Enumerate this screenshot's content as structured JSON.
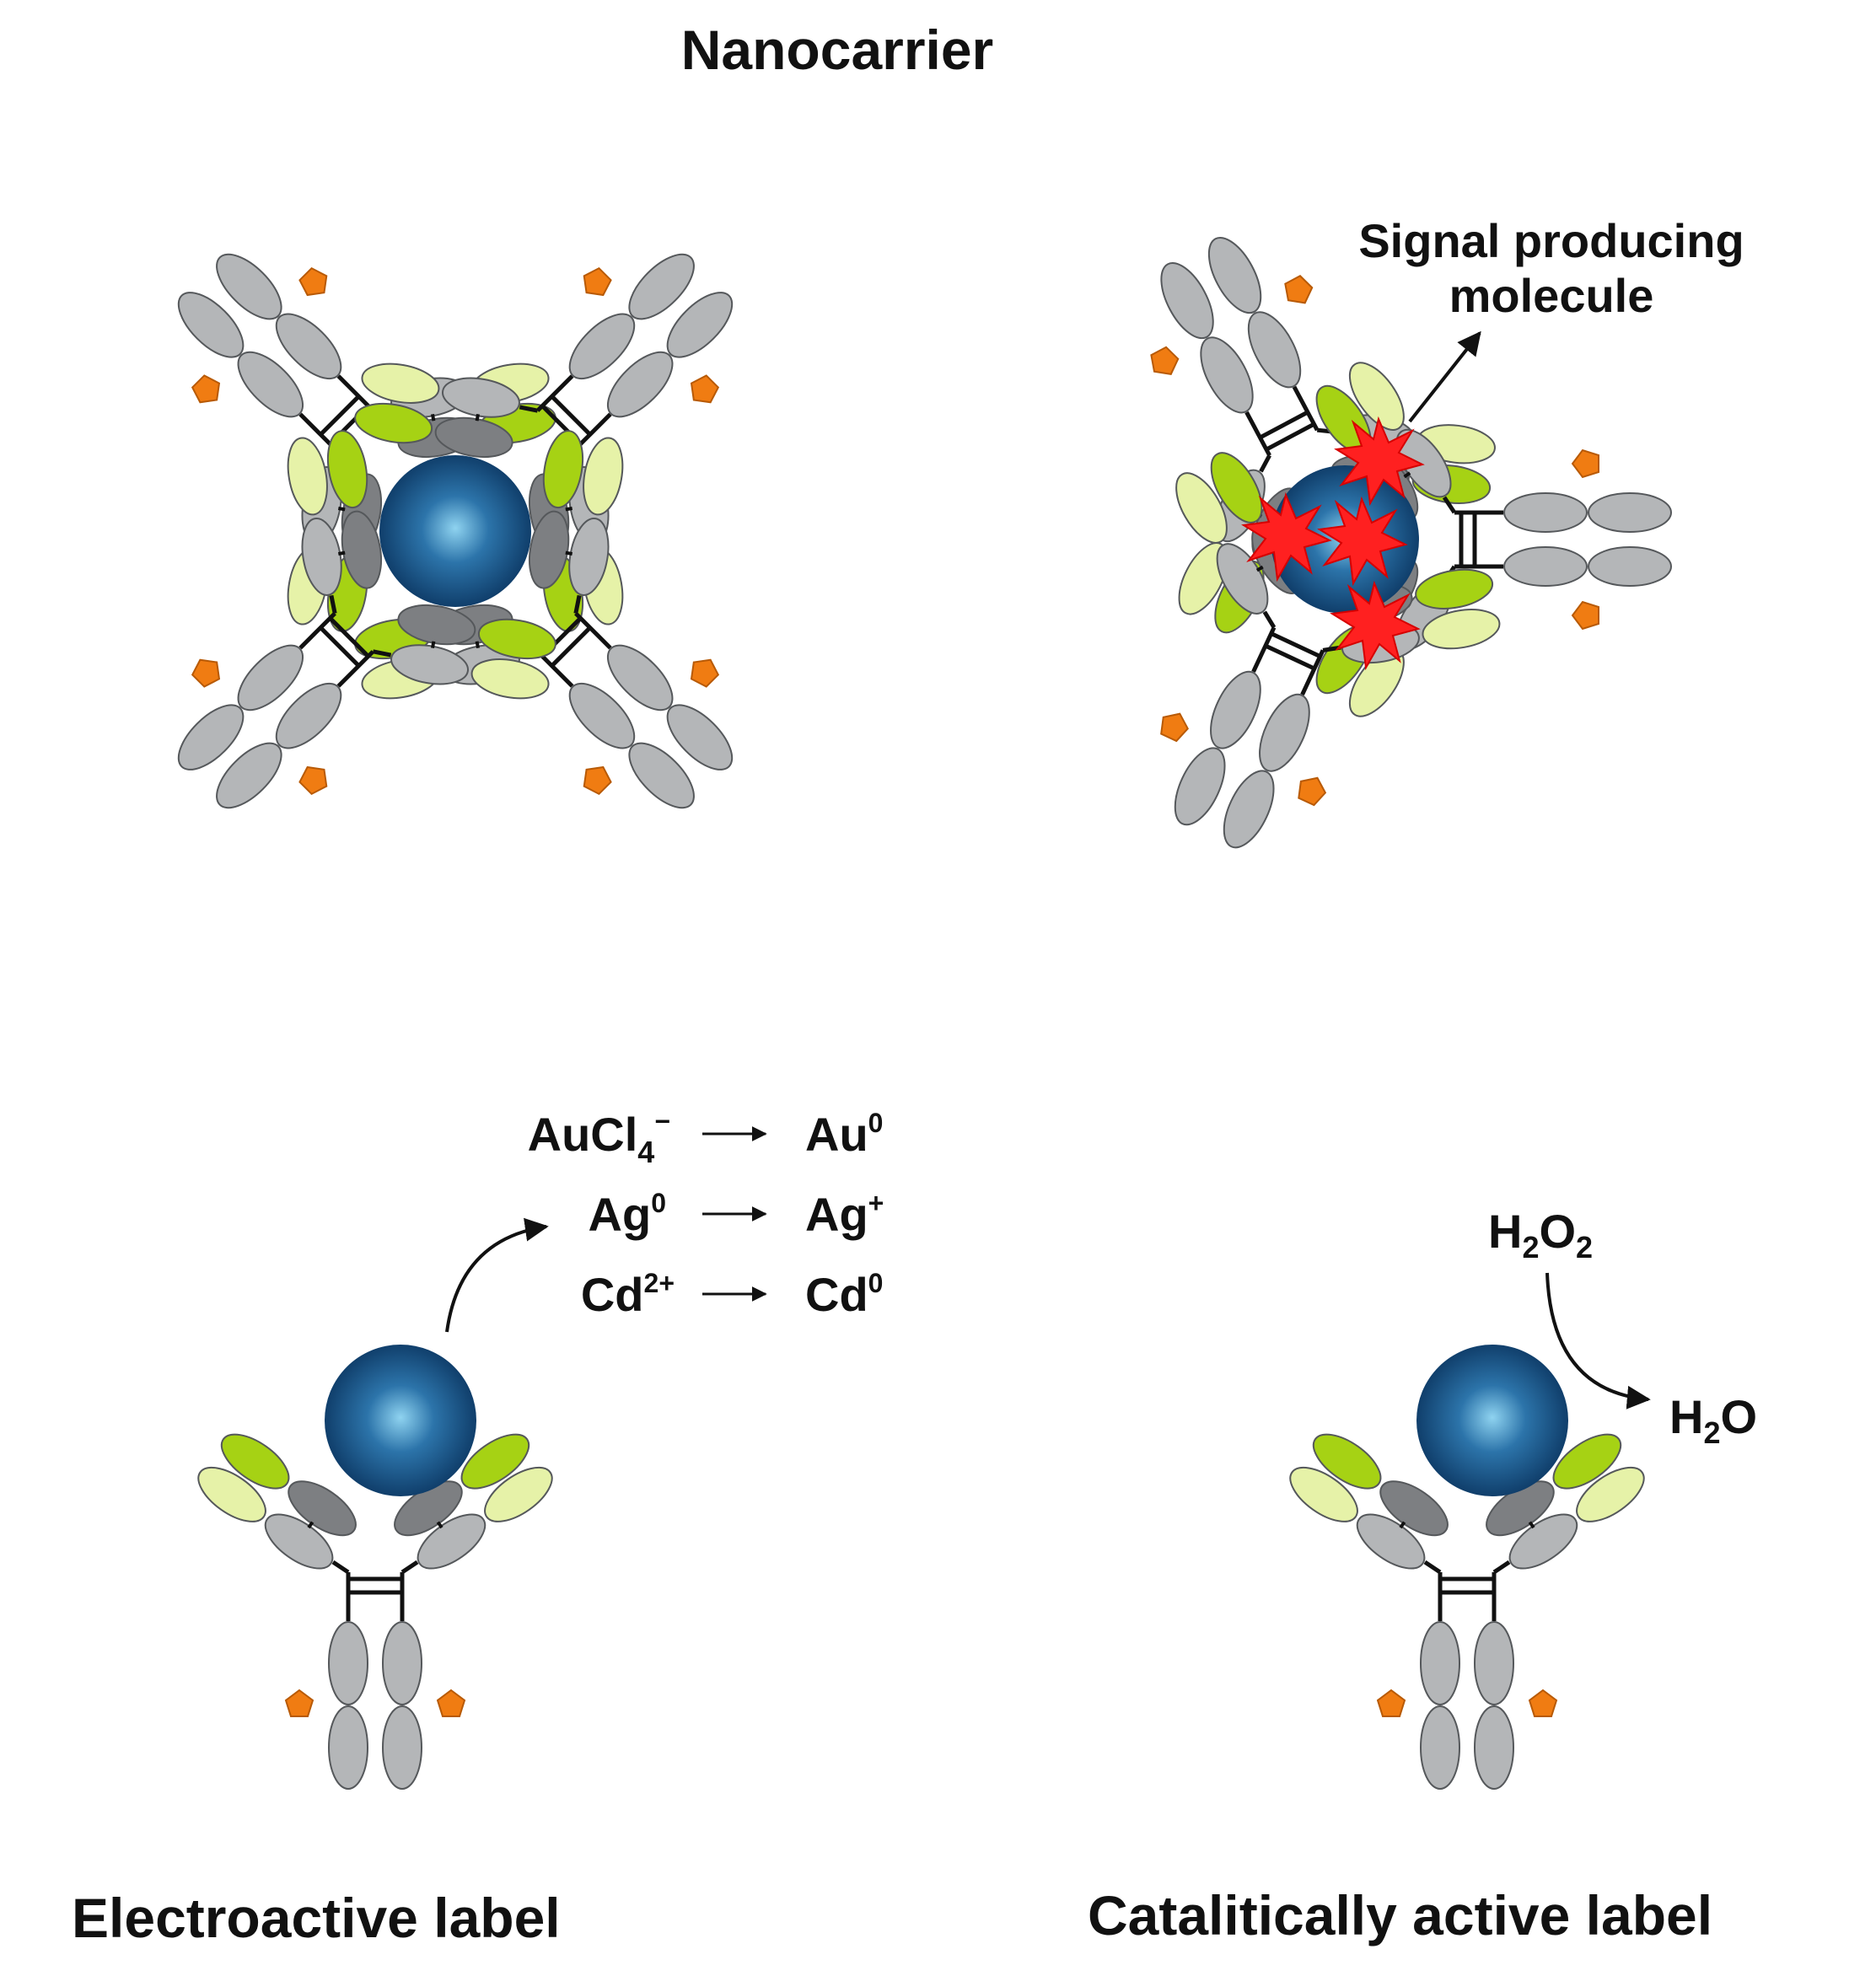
{
  "labels": {
    "title": "Nanocarrier",
    "signal_line1": "Signal producing",
    "signal_line2": "molecule",
    "electroactive": "Electroactive label",
    "catalytic": "Catalitically active label"
  },
  "reactions": [
    {
      "lhs_base": "AuCl",
      "lhs_sub": "4",
      "lhs_sup": "−",
      "rhs_base": "Au",
      "rhs_sup": "0"
    },
    {
      "lhs_base": "Ag",
      "lhs_sub": "",
      "lhs_sup": "0",
      "rhs_base": "Ag",
      "rhs_sup": "+"
    },
    {
      "lhs_base": "Cd",
      "lhs_sub": "",
      "lhs_sup": "2+",
      "rhs_base": "Cd",
      "rhs_sup": "0"
    }
  ],
  "catalysis": {
    "reactant_h": "H",
    "reactant_sub1": "2",
    "reactant_o": "O",
    "reactant_sub2": "2",
    "product_h": "H",
    "product_sub": "2",
    "product_o": "O"
  },
  "colors": {
    "nanoparticle_dark": "#0b3d6e",
    "nanoparticle_light": "#8fd3f0",
    "antibody_gray": "#b4b6b8",
    "antibody_dark_gray": "#7d7f82",
    "light_green": "#e6f2a8",
    "bright_green": "#a6d214",
    "orange_tag": "#f07c12",
    "signal_red": "#ff2020"
  }
}
